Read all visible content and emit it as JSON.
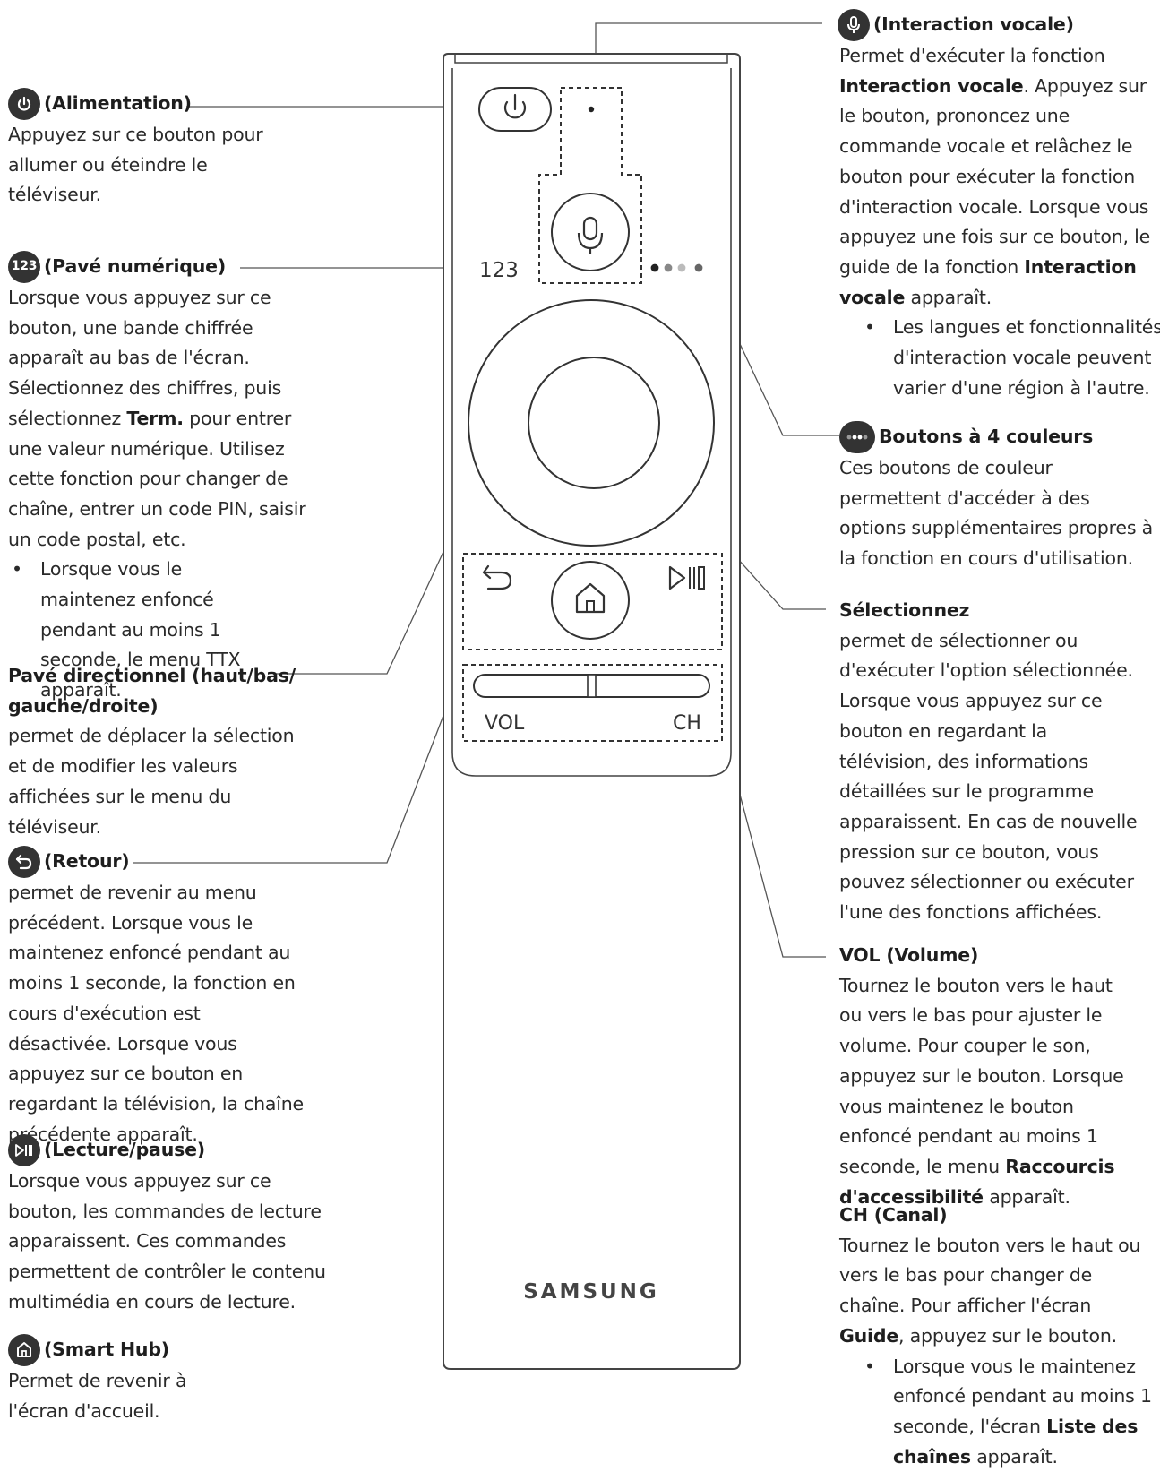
{
  "left": {
    "power": {
      "title": "(Alimentation)",
      "text": "Appuyez sur ce bouton pour allumer ou éteindre le téléviseur."
    },
    "numpad": {
      "title": "(Pavé numérique)",
      "icon_text": "123",
      "text_a": "Lorsque vous appuyez sur ce bouton, une bande chiffrée apparaît au bas de l'écran. Sélectionnez des chiffres, puis sélectionnez ",
      "text_bold": "Term.",
      "text_b": " pour entrer une valeur numérique. Utilisez cette fonction pour changer de chaîne, entrer un code PIN, saisir un code postal, etc.",
      "bullet": "Lorsque vous le maintenez enfoncé pendant au moins 1 seconde, le menu TTX apparaît."
    },
    "dpad": {
      "title": "Pavé directionnel (haut/bas/ gauche/droite)",
      "text": "permet de déplacer la sélection et de modifier les valeurs affichées sur le menu du téléviseur."
    },
    "back": {
      "title": "(Retour)",
      "text": "permet de revenir au menu précédent. Lorsque vous le maintenez enfoncé pendant au moins 1 seconde, la fonction en cours d'exécution est désactivée. Lorsque vous appuyez sur ce bouton en regardant la télévision, la chaîne précédente apparaît."
    },
    "play": {
      "title": "(Lecture/pause)",
      "text": "Lorsque vous appuyez sur ce bouton, les commandes de lecture apparaissent. Ces commandes permettent de contrôler le contenu multimédia en cours de lecture."
    },
    "home": {
      "title": "(Smart Hub)",
      "text": "Permet de revenir à l'écran d'accueil."
    }
  },
  "right": {
    "voice": {
      "title": "(Interaction vocale)",
      "text_a": "Permet d'exécuter la fonction ",
      "bold_a": "Interaction vocale",
      "text_b": ". Appuyez sur le bouton, prononcez une commande vocale et relâchez le bouton pour exécuter la fonction d'interaction vocale. Lorsque vous appuyez une fois sur ce bouton, le guide de la fonction ",
      "bold_b": "Interaction vocale",
      "text_c": " apparaît.",
      "bullet": "Les langues et fonctionnalités d'interaction vocale peuvent varier d'une région à l'autre."
    },
    "color": {
      "title": "Boutons à 4 couleurs",
      "text": "Ces boutons de couleur permettent d'accéder à des options supplémentaires propres à la fonction en cours d'utilisation."
    },
    "select": {
      "title": "Sélectionnez",
      "text": "permet de sélectionner ou d'exécuter l'option sélectionnée. Lorsque vous appuyez sur ce bouton en regardant la télévision, des informations détaillées sur le programme apparaissent. En cas de nouvelle pression sur ce bouton, vous pouvez sélectionner ou exécuter l'une des fonctions affichées."
    },
    "vol": {
      "title": "VOL (Volume)",
      "text_a": "Tournez le bouton vers le haut ou vers le bas pour ajuster le volume. Pour couper le son, appuyez sur le bouton. Lorsque vous maintenez le bouton enfoncé pendant au moins 1 seconde, le menu ",
      "bold": "Raccourcis d'accessibilité",
      "text_b": " apparaît."
    },
    "ch": {
      "title": "CH (Canal)",
      "text_a": "Tournez le bouton vers le haut ou vers le bas pour changer de chaîne. Pour afficher l'écran ",
      "bold": "Guide",
      "text_b": ", appuyez sur le bouton.",
      "bullet_a": "Lorsque vous le maintenez enfoncé pendant au moins 1 seconde, l'écran ",
      "bullet_bold": "Liste des chaînes",
      "bullet_b": " apparaît."
    }
  },
  "remote": {
    "num_label": "123",
    "vol_label": "VOL",
    "ch_label": "CH",
    "brand": "SAMSUNG"
  },
  "colors": {
    "ink": "#333333",
    "line": "#555555",
    "icon_bg": "#333333"
  }
}
